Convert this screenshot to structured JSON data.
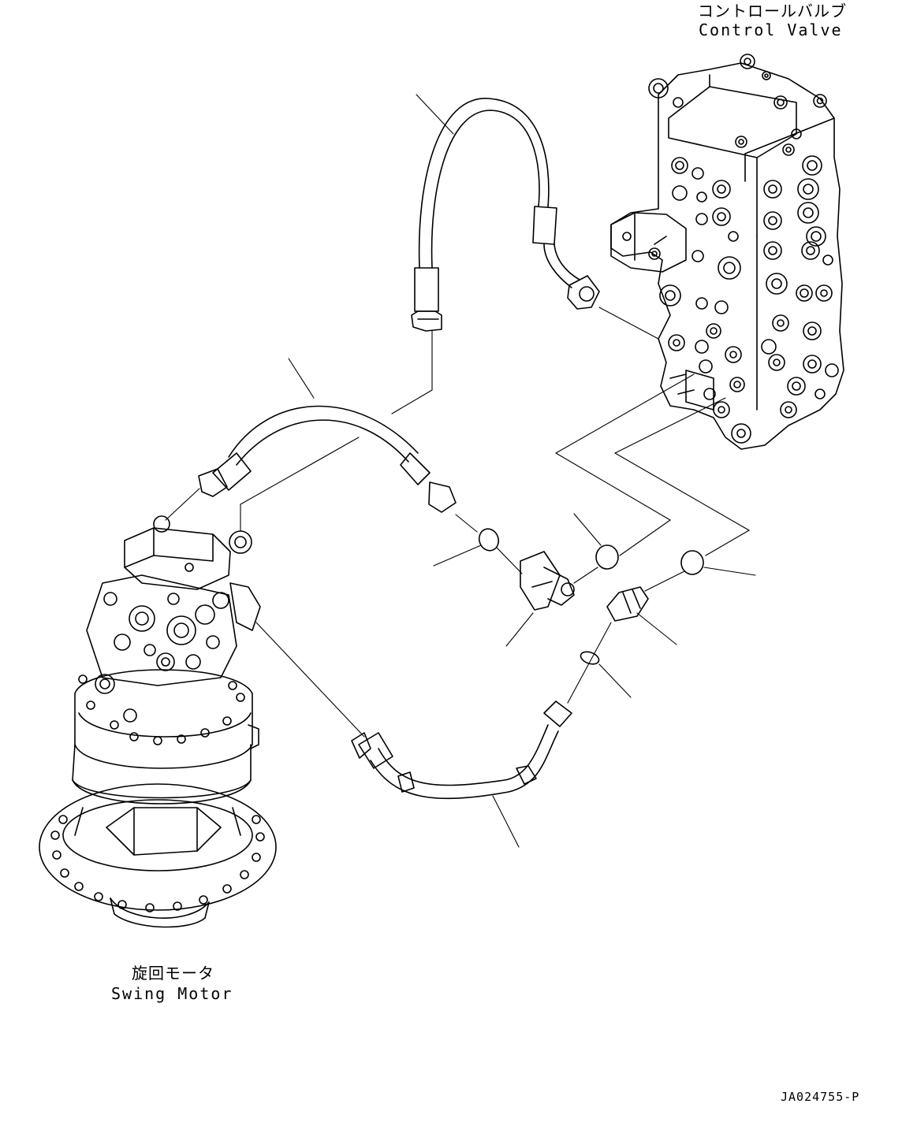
{
  "labels": {
    "control_valve_jp": "コントロールバルブ",
    "control_valve_en": "Control Valve",
    "swing_motor_jp": "旋回モータ",
    "swing_motor_en": "Swing Motor",
    "drawing_code": "JA024755-P"
  }
}
